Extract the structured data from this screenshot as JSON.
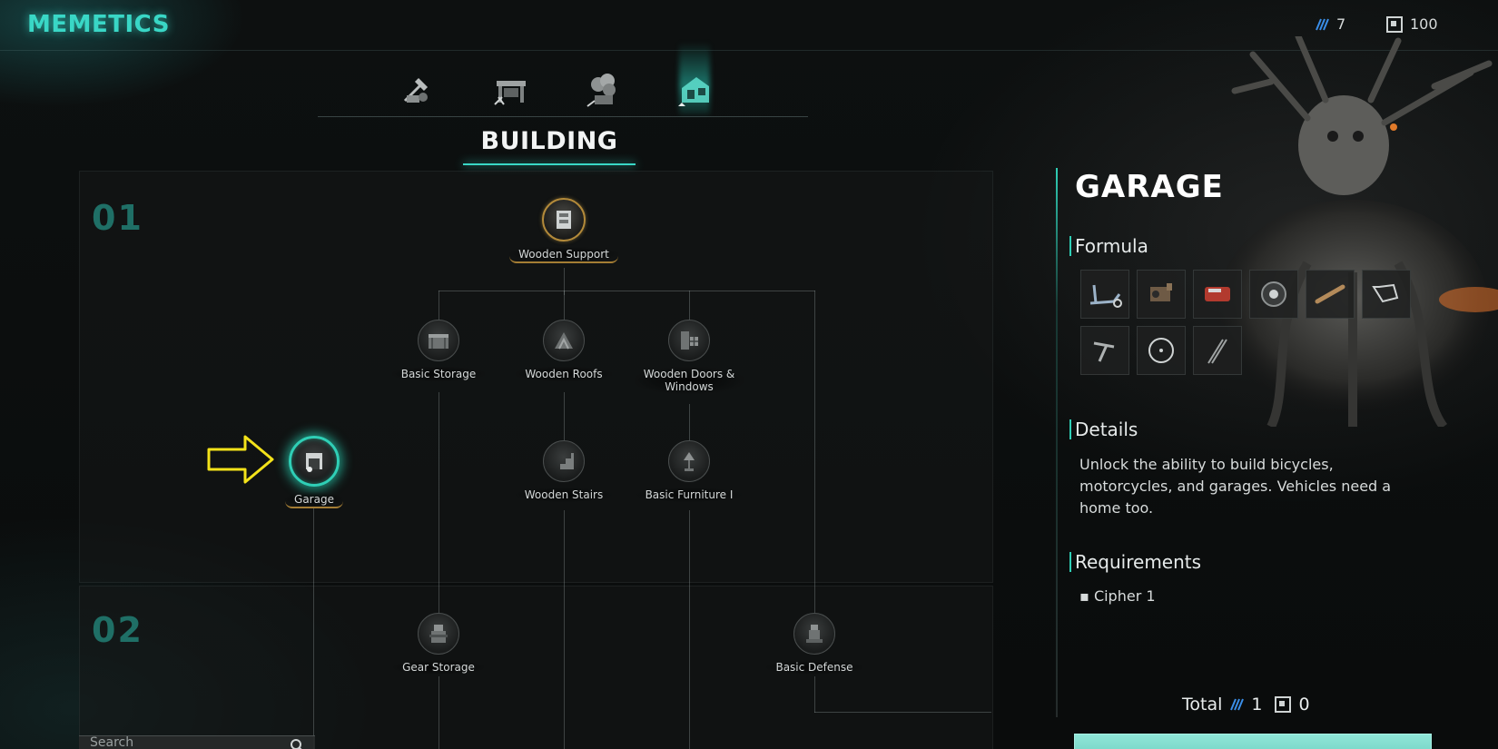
{
  "header": {
    "title": "MEMETICS",
    "currency_a": "7",
    "currency_b": "100"
  },
  "categories": [
    {
      "icon": "crafting-tools-icon",
      "active": false
    },
    {
      "icon": "workbench-icon",
      "active": false
    },
    {
      "icon": "planting-icon",
      "active": false
    },
    {
      "icon": "building-icon",
      "active": true
    }
  ],
  "section_title": "BUILDING",
  "tiers": [
    "01",
    "02"
  ],
  "nodes": {
    "wooden_support": "Wooden Support",
    "basic_storage": "Basic Storage",
    "wooden_roofs": "Wooden Roofs",
    "wooden_doors_l1": "Wooden Doors &",
    "wooden_doors_l2": "Windows",
    "garage": "Garage",
    "wooden_stairs": "Wooden Stairs",
    "basic_furniture": "Basic Furniture I",
    "gear_storage": "Gear Storage",
    "basic_defense": "Basic Defense"
  },
  "search": {
    "placeholder": "Search"
  },
  "detail": {
    "title": "GARAGE",
    "formula_label": "Formula",
    "details_label": "Details",
    "details_text": "Unlock the ability to build bicycles, motorcycles, and garages. Vehicles need a home too.",
    "requirements_label": "Requirements",
    "requirement_1": "Cipher 1",
    "total_label": "Total",
    "total_a": "1",
    "total_b": "0"
  },
  "colors": {
    "accent": "#39d7c6",
    "unlocked_ring": "#b38a3a",
    "annotation_arrow": "#f3e21a"
  }
}
